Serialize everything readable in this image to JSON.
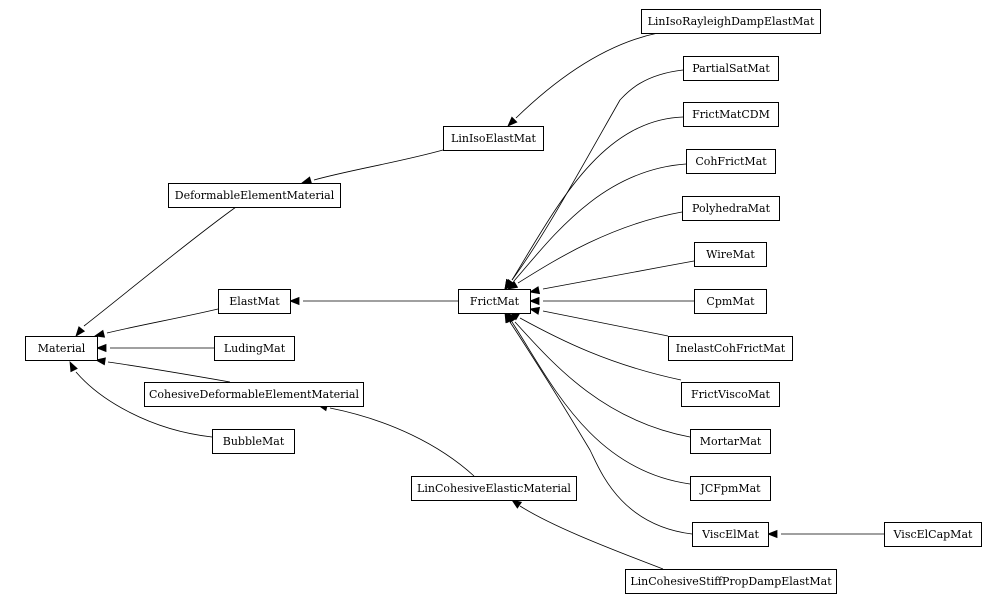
{
  "diagram": {
    "type": "class-inheritance-graph",
    "nodes": [
      {
        "id": "LinIsoRayleighDampElastMat",
        "label": "LinIsoRayleighDampElastMat"
      },
      {
        "id": "PartialSatMat",
        "label": "PartialSatMat"
      },
      {
        "id": "FrictMatCDM",
        "label": "FrictMatCDM"
      },
      {
        "id": "LinIsoElastMat",
        "label": "LinIsoElastMat"
      },
      {
        "id": "CohFrictMat",
        "label": "CohFrictMat"
      },
      {
        "id": "DeformableElementMaterial",
        "label": "DeformableElementMaterial"
      },
      {
        "id": "PolyhedraMat",
        "label": "PolyhedraMat"
      },
      {
        "id": "WireMat",
        "label": "WireMat"
      },
      {
        "id": "ElastMat",
        "label": "ElastMat"
      },
      {
        "id": "FrictMat",
        "label": "FrictMat"
      },
      {
        "id": "CpmMat",
        "label": "CpmMat"
      },
      {
        "id": "Material",
        "label": "Material"
      },
      {
        "id": "LudingMat",
        "label": "LudingMat"
      },
      {
        "id": "InelastCohFrictMat",
        "label": "InelastCohFrictMat"
      },
      {
        "id": "CohesiveDeformableElementMaterial",
        "label": "CohesiveDeformableElementMaterial"
      },
      {
        "id": "FrictViscoMat",
        "label": "FrictViscoMat"
      },
      {
        "id": "BubbleMat",
        "label": "BubbleMat"
      },
      {
        "id": "MortarMat",
        "label": "MortarMat"
      },
      {
        "id": "LinCohesiveElasticMaterial",
        "label": "LinCohesiveElasticMaterial"
      },
      {
        "id": "JCFpmMat",
        "label": "JCFpmMat"
      },
      {
        "id": "ViscElMat",
        "label": "ViscElMat"
      },
      {
        "id": "ViscElCapMat",
        "label": "ViscElCapMat"
      },
      {
        "id": "LinCohesiveStiffPropDampElastMat",
        "label": "LinCohesiveStiffPropDampElastMat"
      }
    ],
    "edges": [
      {
        "from": "LinIsoRayleighDampElastMat",
        "to": "LinIsoElastMat"
      },
      {
        "from": "LinIsoElastMat",
        "to": "DeformableElementMaterial"
      },
      {
        "from": "DeformableElementMaterial",
        "to": "Material"
      },
      {
        "from": "ElastMat",
        "to": "Material"
      },
      {
        "from": "LudingMat",
        "to": "Material"
      },
      {
        "from": "CohesiveDeformableElementMaterial",
        "to": "Material"
      },
      {
        "from": "BubbleMat",
        "to": "Material"
      },
      {
        "from": "FrictMat",
        "to": "ElastMat"
      },
      {
        "from": "PartialSatMat",
        "to": "FrictMat"
      },
      {
        "from": "FrictMatCDM",
        "to": "FrictMat"
      },
      {
        "from": "CohFrictMat",
        "to": "FrictMat"
      },
      {
        "from": "PolyhedraMat",
        "to": "FrictMat"
      },
      {
        "from": "WireMat",
        "to": "FrictMat"
      },
      {
        "from": "CpmMat",
        "to": "FrictMat"
      },
      {
        "from": "InelastCohFrictMat",
        "to": "FrictMat"
      },
      {
        "from": "FrictViscoMat",
        "to": "FrictMat"
      },
      {
        "from": "MortarMat",
        "to": "FrictMat"
      },
      {
        "from": "JCFpmMat",
        "to": "FrictMat"
      },
      {
        "from": "ViscElMat",
        "to": "FrictMat"
      },
      {
        "from": "ViscElCapMat",
        "to": "ViscElMat"
      },
      {
        "from": "LinCohesiveElasticMaterial",
        "to": "CohesiveDeformableElementMaterial"
      },
      {
        "from": "LinCohesiveStiffPropDampElastMat",
        "to": "LinCohesiveElasticMaterial"
      }
    ]
  }
}
